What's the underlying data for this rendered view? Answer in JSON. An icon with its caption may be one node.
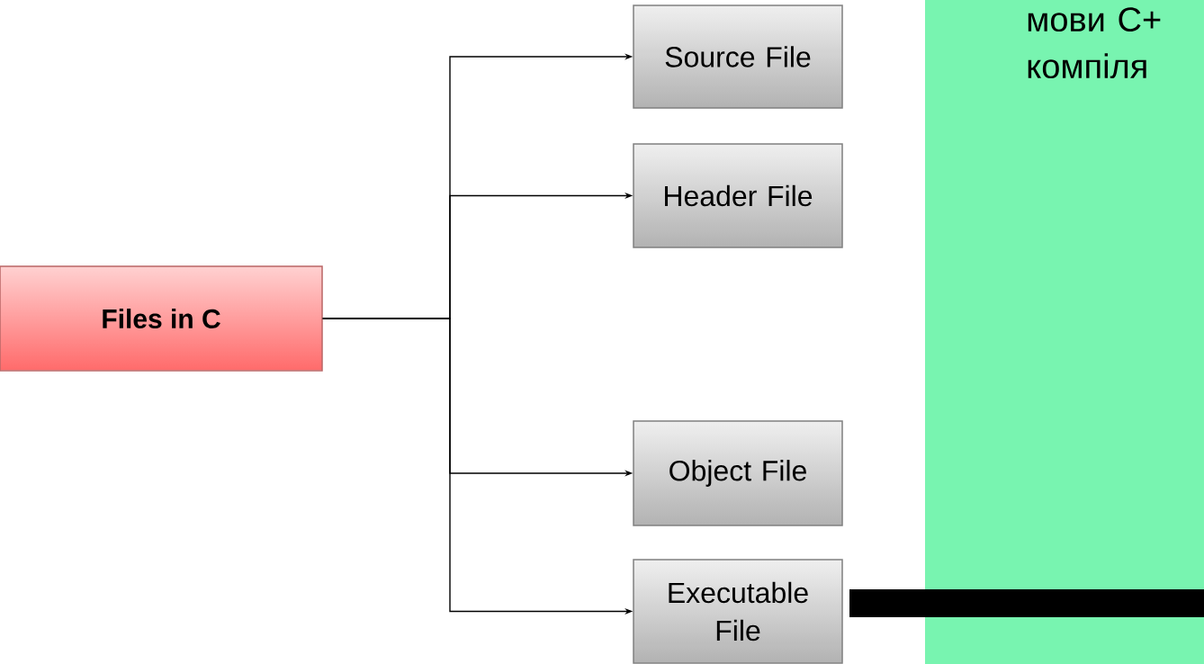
{
  "diagram": {
    "nodes": [
      {
        "text": [
          "Files in C"
        ]
      },
      {
        "text": [
          "Source File"
        ]
      },
      {
        "text": [
          "Header File"
        ]
      },
      {
        "text": [
          "Object File"
        ]
      },
      {
        "text": [
          "Executable File"
        ]
      },
      {
        "text": [
          "мови C+ компіля"
        ]
      }
    ],
    "edges": [
      {
        "from": 0,
        "to": 1,
        "arrow": "to"
      },
      {
        "from": 0,
        "to": 2,
        "arrow": "to"
      },
      {
        "from": 0,
        "to": 3,
        "arrow": "to"
      },
      {
        "from": 0,
        "to": 4,
        "arrow": "to"
      }
    ]
  }
}
